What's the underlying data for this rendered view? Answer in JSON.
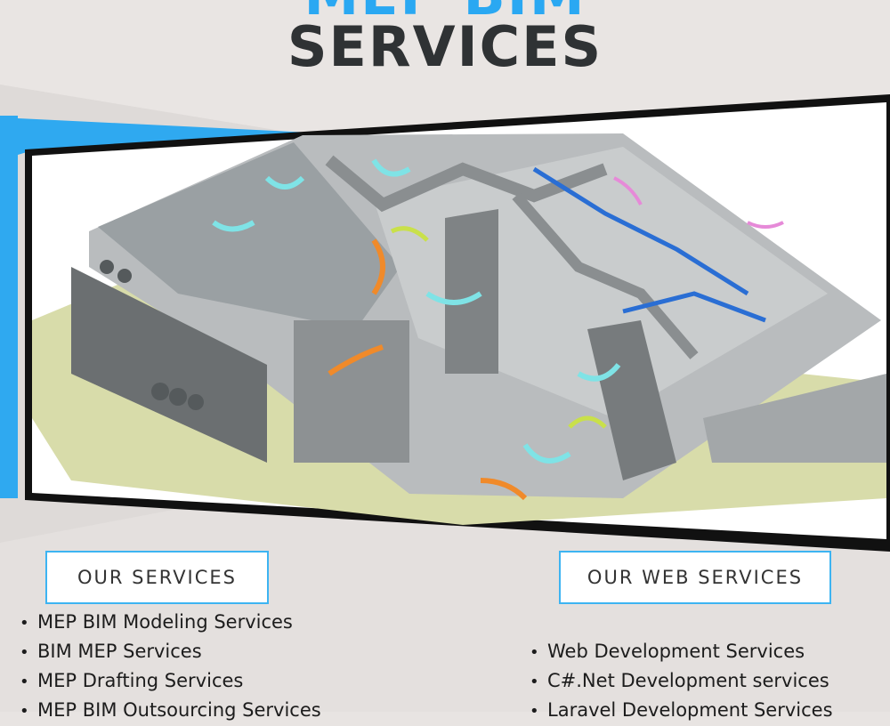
{
  "header": {
    "title_top": "MEP BIM",
    "title_main": "SERVICES"
  },
  "colors": {
    "accent_blue": "#2aa8f2",
    "dark_text": "#2f3234",
    "background": "#e8e4e2"
  },
  "left_panel": {
    "heading": "OUR SERVICES",
    "items": [
      "MEP BIM Modeling Services",
      "BIM MEP Services",
      "MEP Drafting Services",
      "MEP BIM Outsourcing Services"
    ]
  },
  "right_panel": {
    "heading": "OUR WEB SERVICES",
    "items": [
      "Web Development Services",
      "C#.Net Development services",
      "Laravel Development Services"
    ]
  }
}
